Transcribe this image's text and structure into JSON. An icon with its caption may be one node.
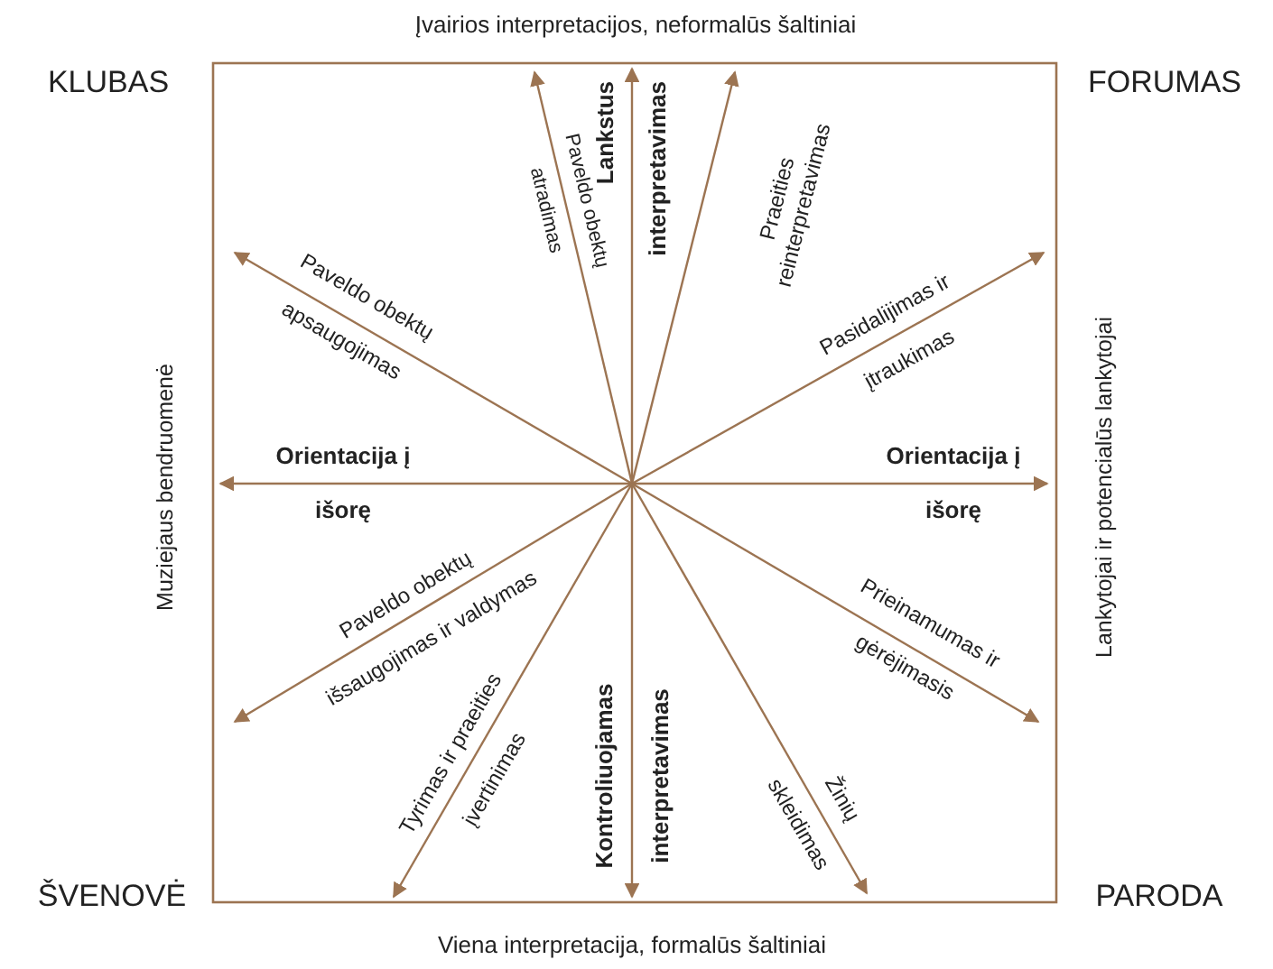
{
  "diagram": {
    "labels": [
      "Įvairios interpretacijos, neformalūs šaltiniai",
      "KLUBAS",
      "FORUMAS",
      "Paveldo obektų atradimas",
      "Lankstus interpretavimas",
      "Praeities reinterpretavimas",
      "Paveldo obektų apsaugojimas",
      "Pasidalijimas ir įtraukimas",
      "Muziejaus bendruomenė",
      "Lankytojai ir potencialūs lankytojai",
      "Orientacija į išorę",
      "Orientacija į išorę",
      "Paveldo obektų išsaugojimas ir valdymas",
      "Prieinamumas ir gėrėjimasis",
      "Tyrimas ir praeities įvertinimas",
      "Kontroliuojamas interpretavimas",
      "Žinių skleidimas",
      "ŠVENOVĖ",
      "PARODA",
      "Viena interpretacija, formalūs šaltiniai"
    ]
  }
}
